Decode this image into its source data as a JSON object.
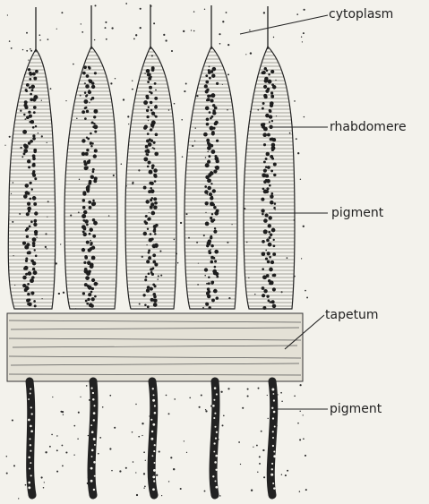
{
  "labels": {
    "cytoplasm": "cytoplasm",
    "rhabdomere": "rhabdomere",
    "pigment_upper": "pigment",
    "tapetum": "tapetum",
    "pigment_lower": "pigment"
  },
  "colors": {
    "paper": "#f3f2ec",
    "ink": "#1f1f1f",
    "cell_fill": "#d9d6ca",
    "tapetum_fill": "#e4e1d6"
  }
}
